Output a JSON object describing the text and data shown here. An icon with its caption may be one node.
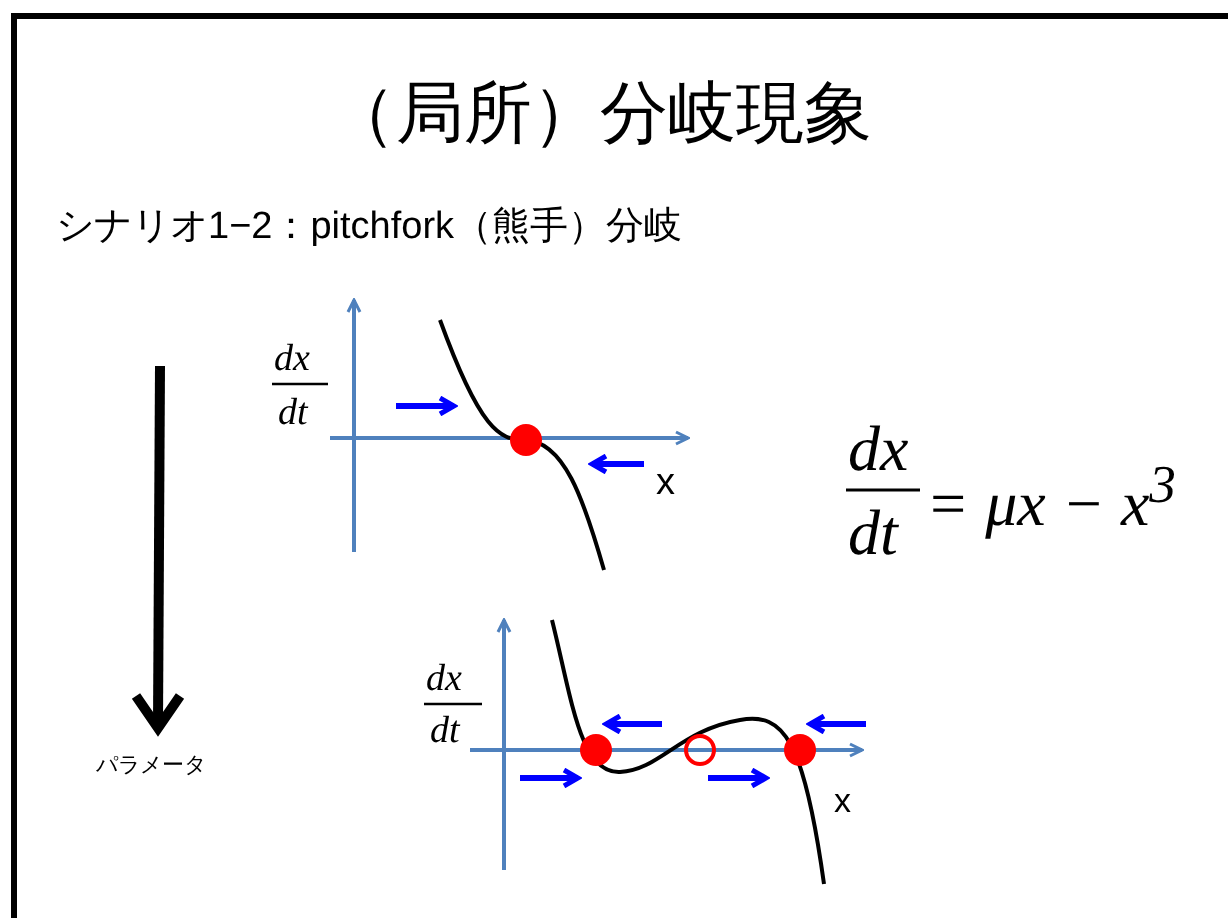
{
  "diagram": {
    "title": "（局所）分岐現象",
    "labels": [
      "シナリオ1−2：pitchfork（熊手）分岐",
      "dx",
      "dt",
      "x",
      "dx",
      "dt",
      "= μx − x$^{3}$",
      "dx",
      "dt",
      "パラメータ",
      "x"
    ]
  }
}
